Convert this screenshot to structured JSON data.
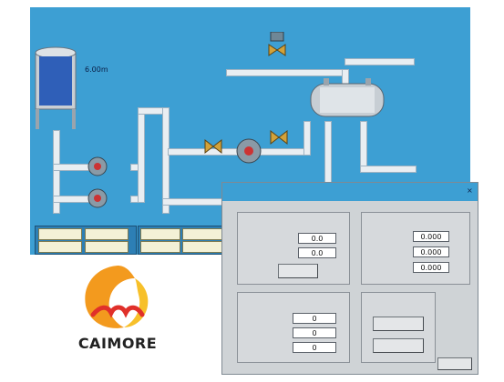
{
  "screen": {
    "title": "",
    "datetime": "",
    "time": "",
    "tank_label": "",
    "tank_level": "6.00m",
    "steam_inlet_label": "",
    "steam_valve_info": "",
    "hot_water_outlet_label": "",
    "cold_water_in_label": "",
    "return_water_label": "",
    "pump1_label": "",
    "pump2_label": "",
    "pump3_label": "",
    "temp_readout_a1": "",
    "temp_readout_a2": "",
    "temp_readout_b1": "",
    "temp_readout_b2": "",
    "temp_readout_c1": "",
    "temp_readout_c2": "",
    "nav_buttons": [
      "",
      "",
      "",
      "",
      "",
      ""
    ],
    "pump_buttons": [
      "",
      "",
      "",
      ""
    ]
  },
  "dialog": {
    "title": "",
    "auto_group": {
      "title": "",
      "field1_label": "",
      "field1_value": "0.0",
      "field1_unit": "",
      "field2_label": "",
      "field2_value": "0.0",
      "field2_unit": "",
      "auto_button": ""
    },
    "alarm_group": {
      "title": "",
      "row1_label": "",
      "row1_value": "0.000",
      "row1_unit": "",
      "row2_label": "",
      "row2_value": "0.000",
      "row2_unit": "",
      "row3_label": "",
      "row3_value": "0.000",
      "row3_unit": ""
    },
    "pid_group": {
      "title": "",
      "p_label": "",
      "p_value": "0",
      "i_label": "",
      "i_value": "0",
      "d_label": "",
      "d_value": "0"
    },
    "manual_group": {
      "title": "",
      "button1": "",
      "button2": ""
    },
    "return_button": ""
  },
  "logo": {
    "brand": "CAIMORE",
    "tagline": ""
  },
  "colors": {
    "screen_bg": "#3d9fd3",
    "dialog_bg": "#cfd3d6",
    "pipe": "#e9eef2",
    "alarm_text": "#cc0000",
    "logo_orange": "#f39a1e",
    "logo_red": "#e0302a"
  }
}
